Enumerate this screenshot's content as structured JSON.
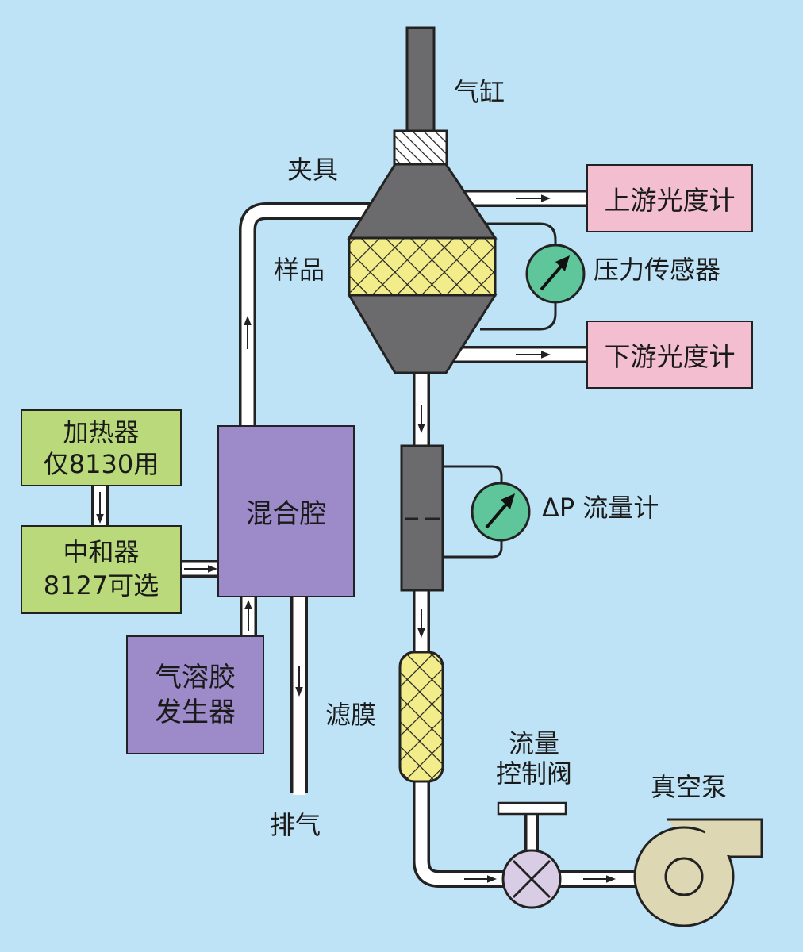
{
  "colors": {
    "background": "#bfe3f6",
    "green_box": "#b9d97a",
    "purple_box": "#9c8ac9",
    "pink_box": "#f3bfd0",
    "gray_part": "#6b6b6e",
    "mesh_fill": "#f3ec8a",
    "gauge_fill": "#5fc59a",
    "valve_fill": "#d9cde6",
    "pump_fill": "#ded7b4"
  },
  "labels": {
    "cylinder": "气缸",
    "fixture": "夹具",
    "sample": "样品",
    "upstream_photometer": "上游光度计",
    "pressure_sensor": "压力传感器",
    "downstream_photometer": "下游光度计",
    "heater_line1": "加热器",
    "heater_line2": "仅8130用",
    "neutralizer_line1": "中和器",
    "neutralizer_line2": "8127可选",
    "mixing_chamber": "混合腔",
    "aerosol_line1": "气溶胶",
    "aerosol_line2": "发生器",
    "exhaust": "排气",
    "dp_flowmeter": "ΔP 流量计",
    "filter": "滤膜",
    "flow_valve_line1": "流量",
    "flow_valve_line2": "控制阀",
    "vacuum_pump": "真空泵"
  }
}
